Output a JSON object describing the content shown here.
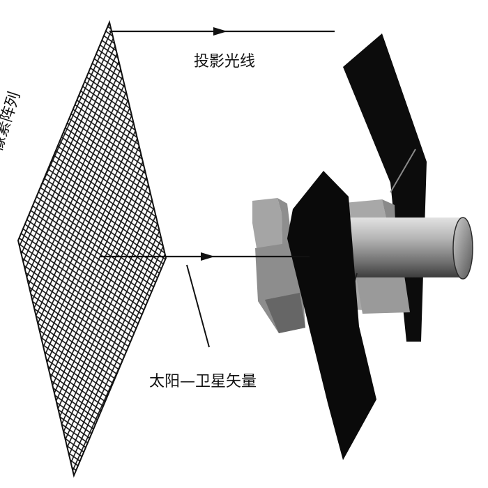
{
  "labels": {
    "projection_rays": "投影光线",
    "pixel_array": "像素阵列",
    "sun_satellite_vector": "太阳—卫星矢量"
  },
  "colors": {
    "background": "#ffffff",
    "ink": "#111111",
    "panel": "#0c0c0c",
    "body_light": "#a7a7a7",
    "body_mid": "#8a8a8a",
    "body_dark": "#555555"
  }
}
